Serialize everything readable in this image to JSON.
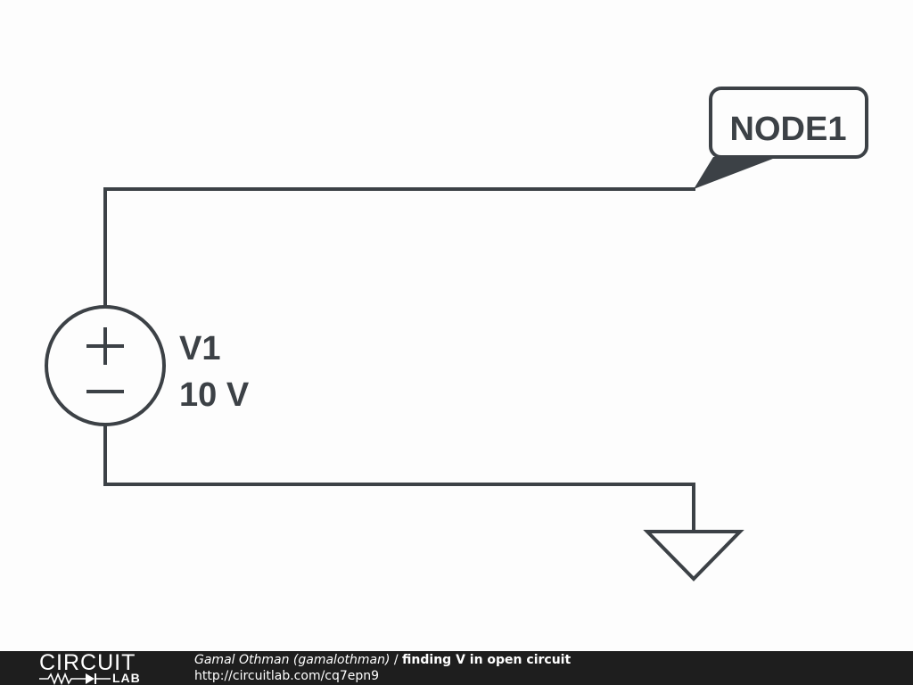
{
  "diagram": {
    "node_label": "NODE1",
    "source_name": "V1",
    "source_value": "10 V",
    "plus_symbol": "+",
    "minus_symbol": "−"
  },
  "footer": {
    "logo_top": "CIRCUIT",
    "logo_bottom": "LAB",
    "author": "Gamal Othman (gamalothman)",
    "separator": " / ",
    "title": "finding V in open circuit",
    "url": "http://circuitlab.com/cq7epn9"
  },
  "colors": {
    "wire": "#3c4146",
    "background": "#fdfdfd",
    "footer_bg": "#1e1e1e"
  }
}
